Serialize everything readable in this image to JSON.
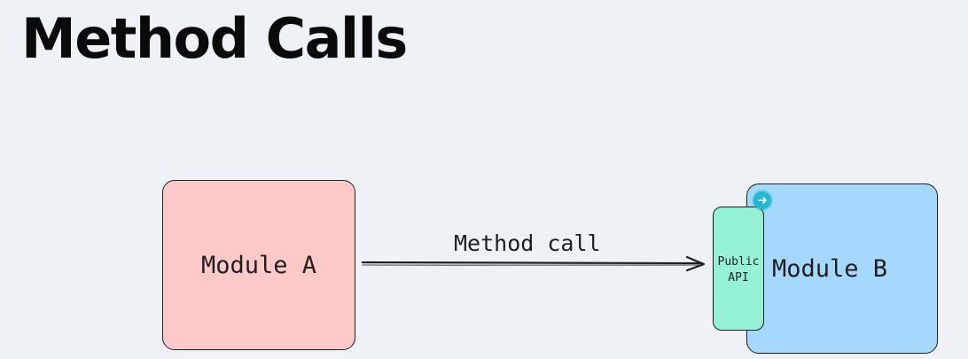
{
  "slide": {
    "title": "Method Calls"
  },
  "diagram": {
    "module_a": {
      "label": "Module A",
      "fill": "#ffc9c9"
    },
    "module_b": {
      "label": "Module B",
      "fill": "#a5d8ff"
    },
    "public_api": {
      "line1": "Public",
      "line2": "API",
      "fill": "#96f2d7"
    },
    "edge": {
      "label": "Method call",
      "from": "Module A",
      "to": "Public API"
    },
    "handle_icon": "arrow-right-icon",
    "handle_color": "#22b8cf"
  }
}
